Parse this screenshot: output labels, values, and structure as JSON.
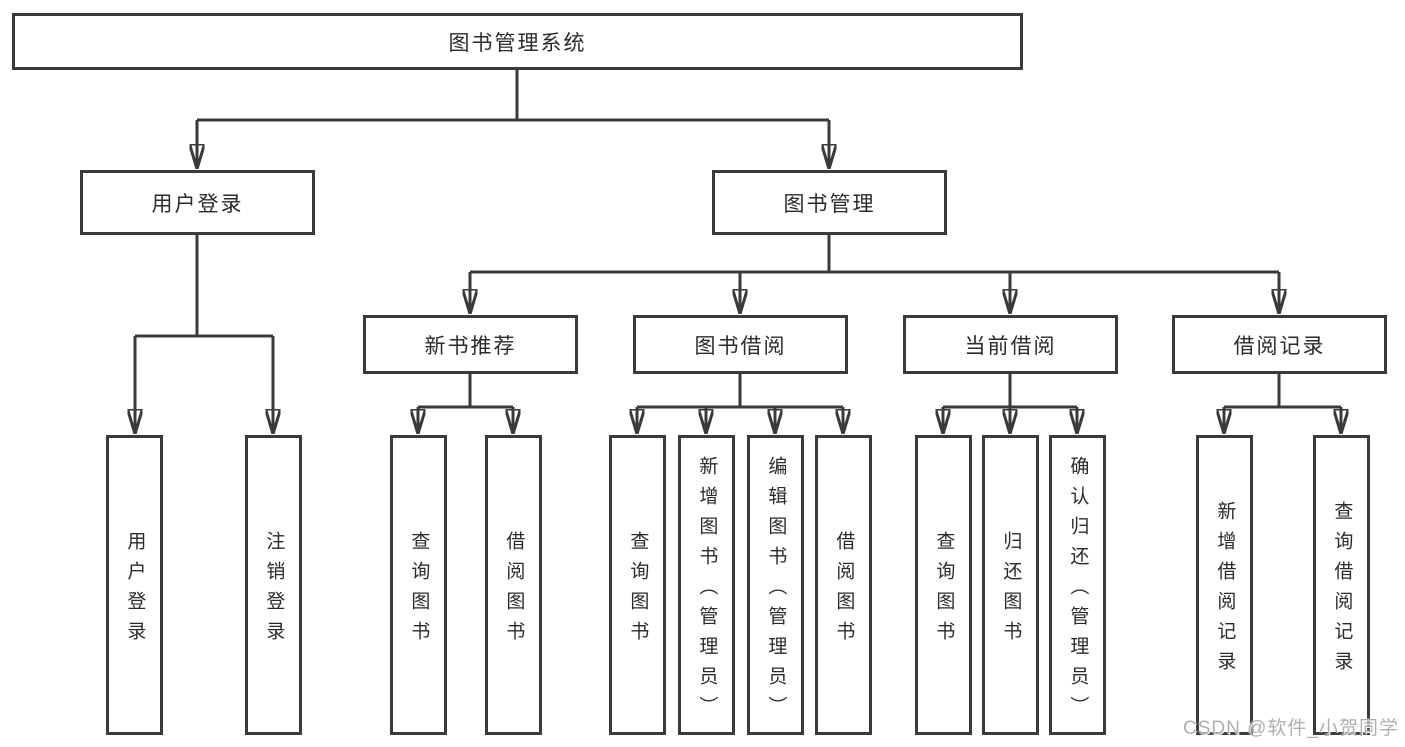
{
  "diagram": {
    "root": {
      "label": "图书管理系统"
    },
    "level2": [
      {
        "label": "用户登录"
      },
      {
        "label": "图书管理"
      }
    ],
    "level3": [
      {
        "label": "新书推荐"
      },
      {
        "label": "图书借阅"
      },
      {
        "label": "当前借阅"
      },
      {
        "label": "借阅记录"
      }
    ],
    "leaves": {
      "user": [
        {
          "label": "用户登录"
        },
        {
          "label": "注销登录"
        }
      ],
      "recommend": [
        {
          "label": "查询图书"
        },
        {
          "label": "借阅图书"
        }
      ],
      "borrow": [
        {
          "label": "查询图书"
        },
        {
          "label": "新增图书（管理员）"
        },
        {
          "label": "编辑图书（管理员）"
        },
        {
          "label": "借阅图书"
        }
      ],
      "current": [
        {
          "label": "查询图书"
        },
        {
          "label": "归还图书"
        },
        {
          "label": "确认归还（管理员）"
        }
      ],
      "records": [
        {
          "label": "新增借阅记录"
        },
        {
          "label": "查询借阅记录"
        }
      ]
    }
  },
  "watermark": {
    "text": "CSDN @软件_小贺同学"
  },
  "colors": {
    "line": "#3a3a3a",
    "text": "#2b2b2b",
    "watermark": "#b0b0b0",
    "background": "#ffffff"
  }
}
